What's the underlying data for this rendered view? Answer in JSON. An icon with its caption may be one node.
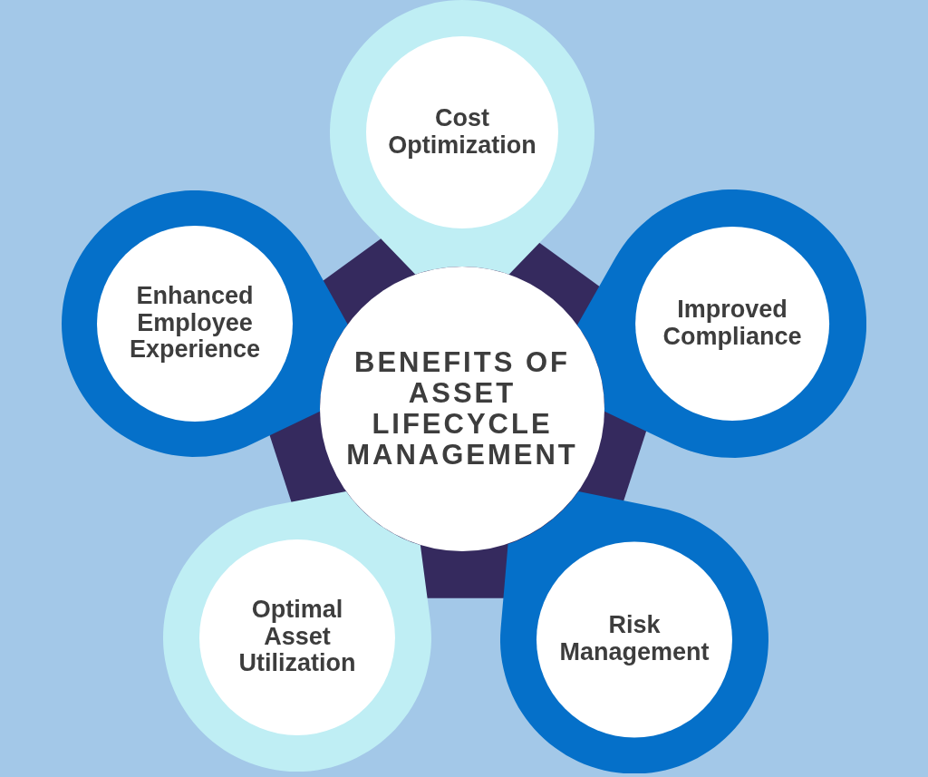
{
  "diagram": {
    "nodes": [
      {
        "text": [
          "Cost Optimization"
        ]
      },
      {
        "text": [
          "Enhanced Employee Experience"
        ]
      },
      {
        "text": [
          "Improved Compliance"
        ]
      },
      {
        "text": [
          "BENEFITS OF ASSET LIFECYCLE MANAGEMENT"
        ]
      },
      {
        "text": [
          "Optimal Asset Utilization"
        ]
      },
      {
        "text": [
          "Risk Management"
        ]
      }
    ]
  }
}
